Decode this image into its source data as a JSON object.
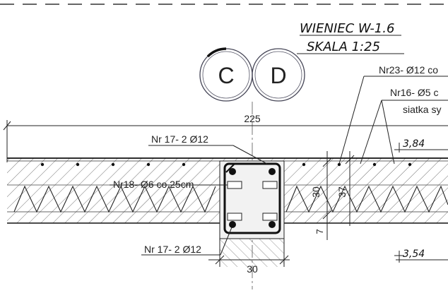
{
  "title": {
    "line1": "WIENIEC W-1.6",
    "line2": "SKALA 1:25"
  },
  "axes": [
    {
      "label": "C"
    },
    {
      "label": "D"
    }
  ],
  "dimensions": {
    "span": "225",
    "beam_width": "30",
    "beam_height": "30",
    "slab_depth": "37",
    "bottom_offset": "7"
  },
  "levels": {
    "top": "3,84",
    "bottom": "3,54"
  },
  "callouts": {
    "top_bars": "Nr 17- 2 Ø12",
    "stirrups": "Nr18- Ø6 co 25cm",
    "bottom_bars": "Nr 17- 2 Ø12",
    "slab_bars": "Nr23- Ø12 co",
    "mesh_bars": "Nr16- Ø5 c",
    "mesh_label": "siatka sy"
  },
  "colors": {
    "line": "#222222",
    "bar": "#111111",
    "beam_fill": "#eeeeee"
  }
}
